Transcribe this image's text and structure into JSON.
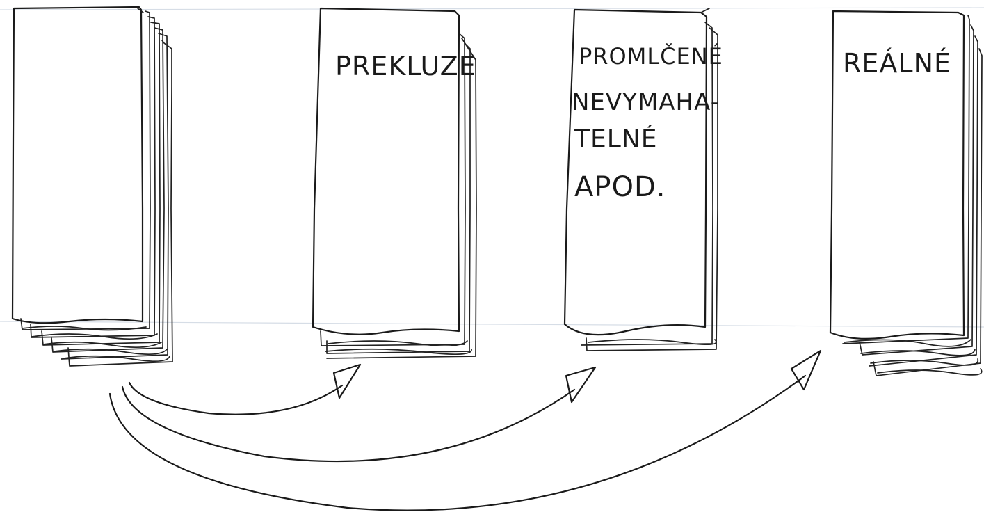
{
  "stacks": [
    {
      "id": "source",
      "label_lines": []
    },
    {
      "id": "preklude",
      "label_lines": [
        "PREKLUZE"
      ]
    },
    {
      "id": "promlcene",
      "label_lines": [
        "PROMLČENÉ",
        "NEVYMAHA-",
        "TELNÉ",
        "APOD."
      ]
    },
    {
      "id": "realne",
      "label_lines": [
        "REÁLNÉ"
      ]
    }
  ],
  "arrows": [
    {
      "from": "source",
      "to": "preklude"
    },
    {
      "from": "source",
      "to": "promlcene"
    },
    {
      "from": "source",
      "to": "realne"
    }
  ],
  "colors": {
    "ink": "#1a1a1a",
    "paper": "#ffffff",
    "fold_line": "#d6dde6"
  }
}
